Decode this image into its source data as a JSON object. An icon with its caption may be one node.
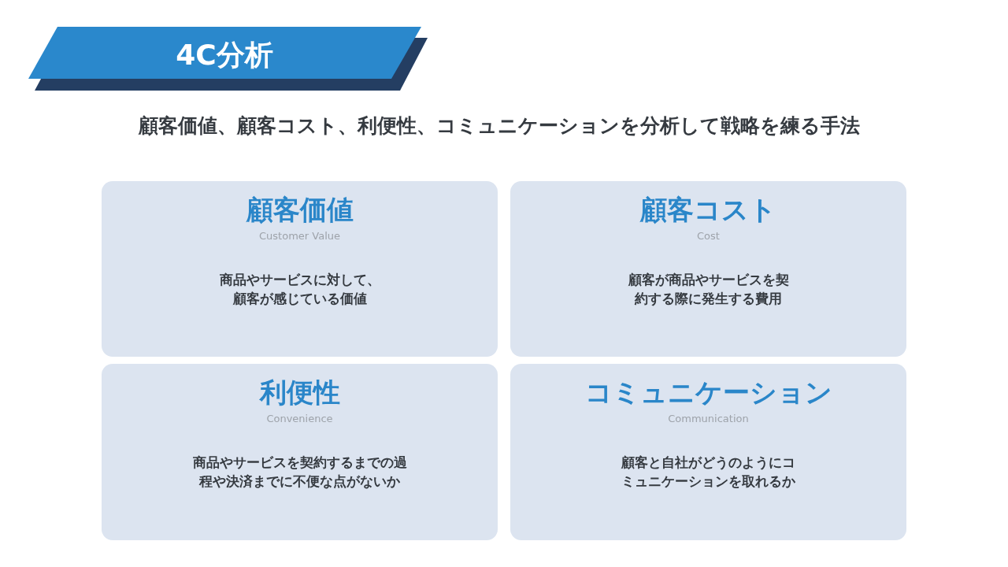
{
  "diagram": {
    "title": "4C分析",
    "nodes": [
      {
        "text": [
          "顧客価値",
          "Customer Value",
          "商品やサービスに対して、顧客が感じている価値"
        ]
      },
      {
        "text": [
          "顧客コスト",
          "Cost",
          "顧客が商品やサービスを契約する際に発生する費用"
        ]
      },
      {
        "text": [
          "利便性",
          "Convenience",
          "商品やサービスを契約するまでの過程や決済までに不便な点がないか"
        ]
      },
      {
        "text": [
          "コミュニケーション",
          "Communication",
          "顧客と自社がどうのようにコミュニケーションを取れるか"
        ]
      }
    ],
    "labels": [
      "顧客価値、顧客コスト、利便性、コミュニケーションを分析して戦略を練る手法"
    ]
  }
}
